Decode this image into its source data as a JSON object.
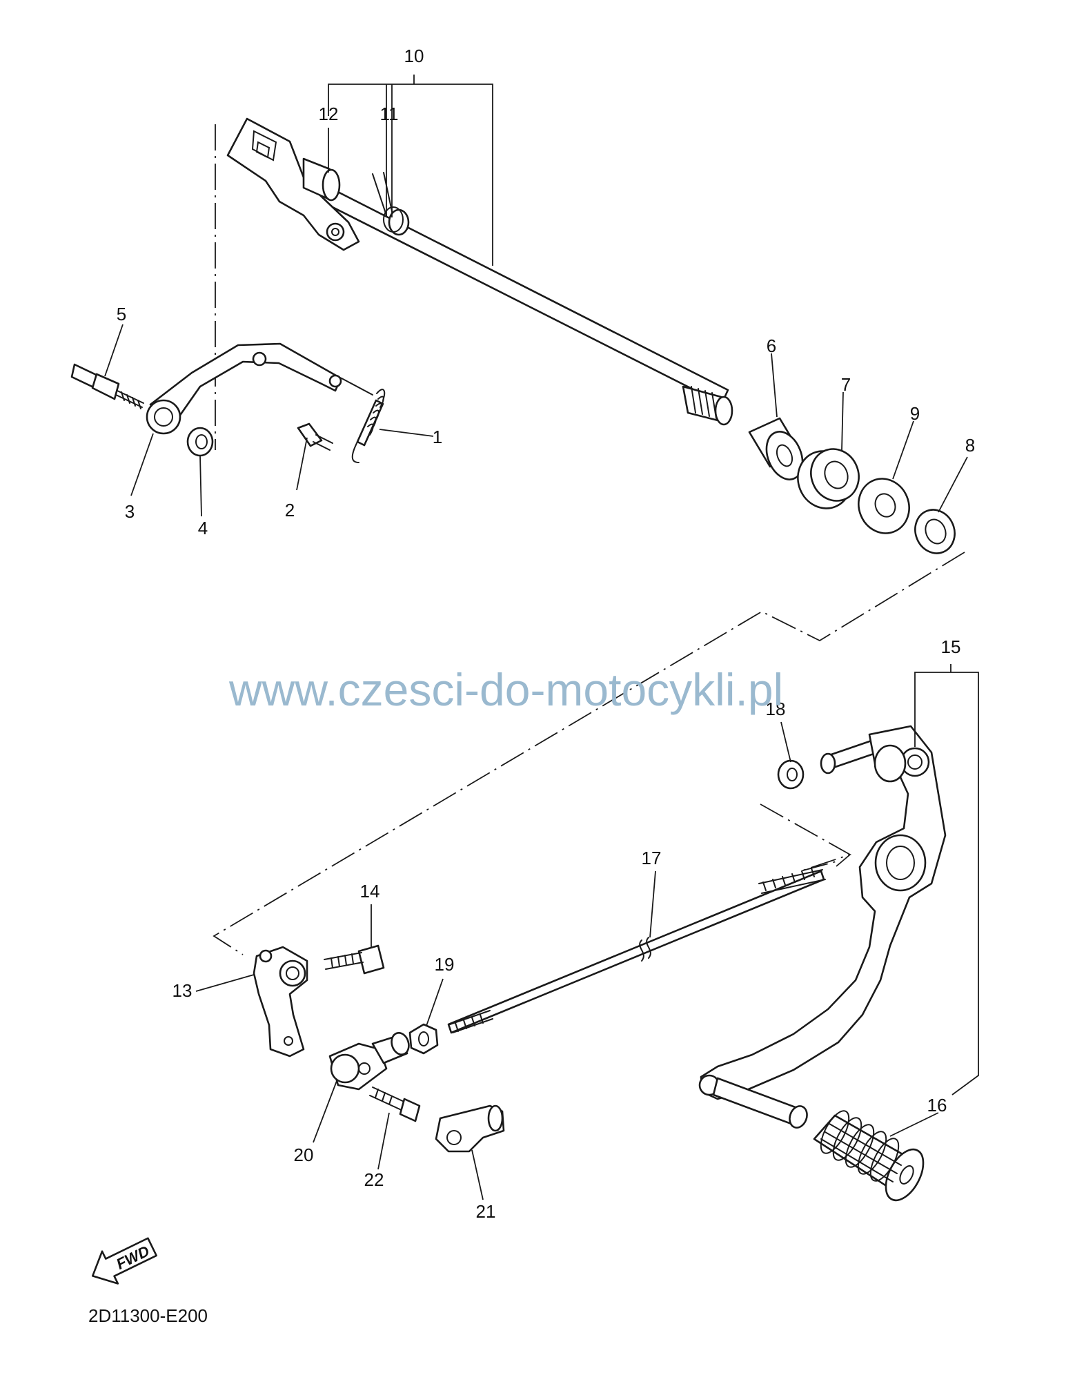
{
  "diagram": {
    "watermark": "www.czesci-do-motocykli.pl",
    "drawing_code": "2D11300-E200",
    "fwd_label": "FWD",
    "callouts": [
      "1",
      "2",
      "3",
      "4",
      "5",
      "6",
      "7",
      "8",
      "9",
      "10",
      "11",
      "12",
      "13",
      "14",
      "15",
      "16",
      "17",
      "18",
      "19",
      "20",
      "21",
      "22"
    ],
    "colors": {
      "line": "#1a1a1a",
      "watermark": "#9ab9cf",
      "background": "#ffffff"
    }
  }
}
